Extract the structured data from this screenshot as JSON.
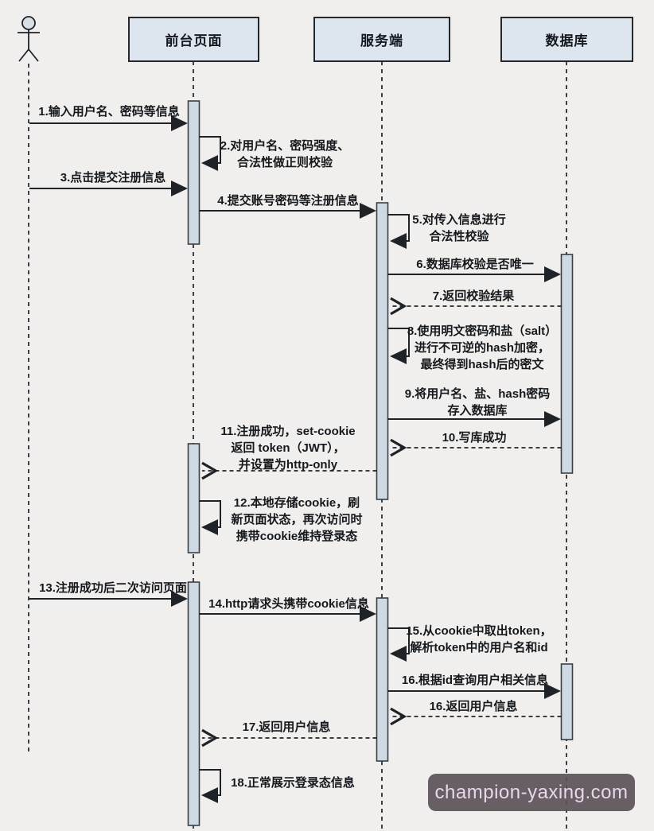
{
  "participants": {
    "frontend": {
      "label": "前台页面"
    },
    "server": {
      "label": "服务端"
    },
    "database": {
      "label": "数据库"
    }
  },
  "messages": {
    "m1": {
      "label": "1.输入用户名、密码等信息",
      "from": "user",
      "to": "frontend",
      "style": "solid"
    },
    "m2": {
      "label": "2.对用户名、密码强度、\n合法性做正则校验",
      "from": "frontend",
      "to": "frontend",
      "style": "self"
    },
    "m3": {
      "label": "3.点击提交注册信息",
      "from": "user",
      "to": "frontend",
      "style": "solid"
    },
    "m4": {
      "label": "4.提交账号密码等注册信息",
      "from": "frontend",
      "to": "server",
      "style": "solid"
    },
    "m5": {
      "label": "5.对传入信息进行\n合法性校验",
      "from": "server",
      "to": "server",
      "style": "self"
    },
    "m6": {
      "label": "6.数据库校验是否唯一",
      "from": "server",
      "to": "database",
      "style": "solid"
    },
    "m7": {
      "label": "7.返回校验结果",
      "from": "database",
      "to": "server",
      "style": "dashed"
    },
    "m8": {
      "label": "8.使用明文密码和盐（salt）\n进行不可逆的hash加密，\n最终得到hash后的密文",
      "from": "server",
      "to": "server",
      "style": "self"
    },
    "m9": {
      "label": "9.将用户名、盐、hash密码\n存入数据库",
      "from": "server",
      "to": "database",
      "style": "solid"
    },
    "m10": {
      "label": "10.写库成功",
      "from": "database",
      "to": "server",
      "style": "dashed"
    },
    "m11": {
      "label": "11.注册成功，set-cookie\n返回 token（JWT），\n并设置为http-only",
      "from": "server",
      "to": "frontend",
      "style": "dashed"
    },
    "m12": {
      "label": "12.本地存储cookie，刷\n新页面状态，再次访问时\n携带cookie维持登录态",
      "from": "frontend",
      "to": "frontend",
      "style": "self"
    },
    "m13": {
      "label": "13.注册成功后二次访问页面",
      "from": "user",
      "to": "frontend",
      "style": "solid"
    },
    "m14": {
      "label": "14.http请求头携带cookie信息",
      "from": "frontend",
      "to": "server",
      "style": "solid"
    },
    "m15": {
      "label": "15.从cookie中取出token，\n解析token中的用户名和id",
      "from": "server",
      "to": "server",
      "style": "self"
    },
    "m16": {
      "label": "16.根据id查询用户相关信息",
      "from": "server",
      "to": "database",
      "style": "solid"
    },
    "m16r": {
      "label": "16.返回用户信息",
      "from": "database",
      "to": "server",
      "style": "dashed"
    },
    "m17": {
      "label": "17.返回用户信息",
      "from": "server",
      "to": "frontend",
      "style": "dashed"
    },
    "m18": {
      "label": "18.正常展示登录态信息",
      "from": "frontend",
      "to": "frontend",
      "style": "self"
    }
  },
  "watermark": {
    "text": "champion-yaxing.com"
  },
  "colors": {
    "background": "#f0efed",
    "box_fill": "#dde5ee",
    "box_border": "#23272e",
    "bar_fill": "#cfd9e4",
    "line": "#1f2328",
    "watermark_bg": "#5c5258",
    "watermark_text": "#e8d8ea"
  }
}
